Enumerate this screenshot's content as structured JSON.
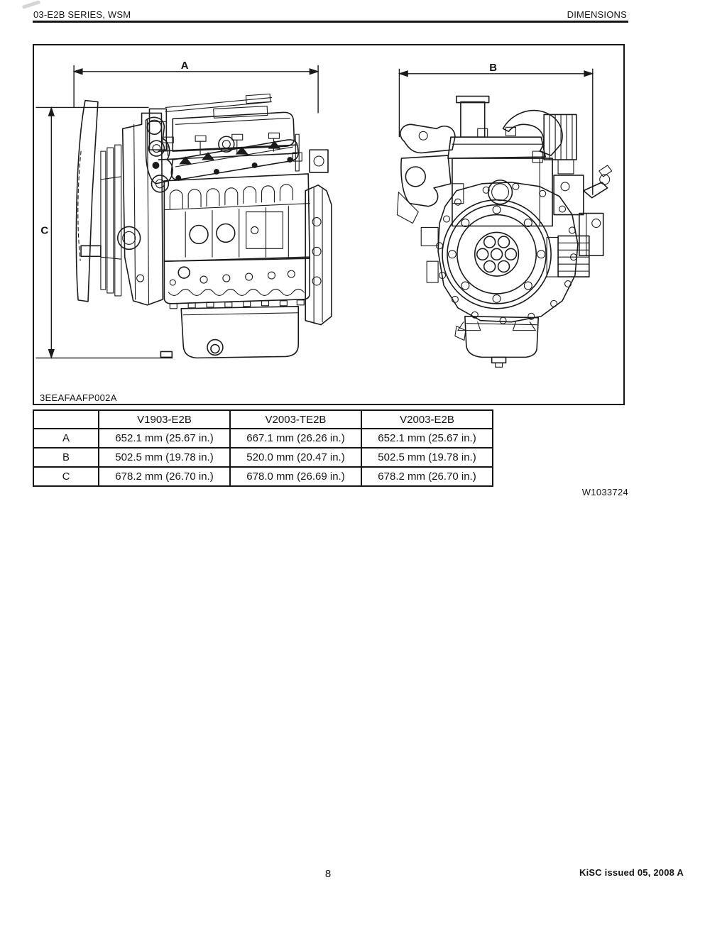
{
  "header": {
    "left": "03-E2B SERIES, WSM",
    "right": "DIMENSIONS"
  },
  "figure": {
    "caption": "3EEAFAAFP002A",
    "views": [
      "engine side view line drawing",
      "engine front (flywheel) view line drawing"
    ],
    "dim_labels": {
      "a": "A",
      "b": "B",
      "c": "C"
    }
  },
  "table": {
    "columns": [
      "",
      "V1903-E2B",
      "V2003-TE2B",
      "V2003-E2B"
    ],
    "rows": [
      {
        "label": "A",
        "values": [
          "652.1 mm (25.67 in.)",
          "667.1 mm (26.26 in.)",
          "652.1 mm (25.67 in.)"
        ]
      },
      {
        "label": "B",
        "values": [
          "502.5 mm (19.78 in.)",
          "520.0 mm (20.47 in.)",
          "502.5 mm (19.78 in.)"
        ]
      },
      {
        "label": "C",
        "values": [
          "678.2 mm (26.70 in.)",
          "678.0 mm (26.69 in.)",
          "678.2 mm (26.70 in.)"
        ]
      }
    ],
    "ref_number": "W1033724"
  },
  "footer": {
    "page_number": "8",
    "issue": "KiSC issued 05, 2008 A"
  }
}
